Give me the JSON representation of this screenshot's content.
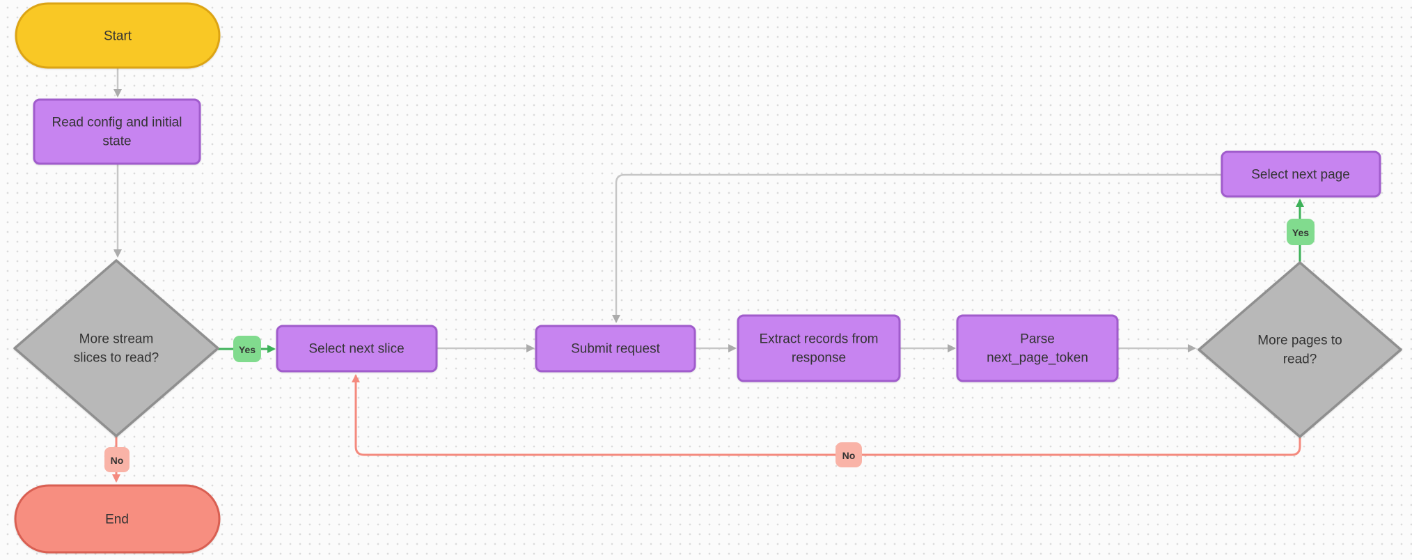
{
  "diagram": {
    "background": "#FBFBFB",
    "dot_color": "#DBDBDB",
    "text_color": "#333333"
  },
  "colors": {
    "start_fill": "#F9C825",
    "start_border": "#DCA414",
    "process_fill": "#C784F0",
    "process_border": "#A05CCC",
    "decision_fill": "#B8B8B8",
    "decision_border": "#8F8F8F",
    "end_fill": "#F78E80",
    "end_border": "#D95F52",
    "edge_gray": "#C6C6C6",
    "edge_gray_arrow": "#ABABAB",
    "edge_green": "#3EB159",
    "edge_red": "#F48A7E",
    "badge_yes_fill": "#81DB8E",
    "badge_no_fill": "#F9B3A7",
    "text": "#333333"
  },
  "nodes": {
    "start": {
      "label": "Start"
    },
    "read_config": {
      "lines": [
        "Read config and initial",
        "state"
      ]
    },
    "more_slices": {
      "lines": [
        "More stream",
        "slices to read?"
      ]
    },
    "select_next_slice": {
      "label": "Select next slice"
    },
    "submit_request": {
      "label": "Submit request"
    },
    "extract_records": {
      "lines": [
        "Extract records from",
        "response"
      ]
    },
    "parse_token": {
      "lines": [
        "Parse",
        "next_page_token"
      ]
    },
    "more_pages": {
      "lines": [
        "More pages to",
        "read?"
      ]
    },
    "select_next_page": {
      "label": "Select next page"
    },
    "end": {
      "label": "End"
    }
  },
  "edge_labels": {
    "slices_yes": "Yes",
    "slices_no": "No",
    "pages_yes": "Yes",
    "pages_no": "No"
  }
}
